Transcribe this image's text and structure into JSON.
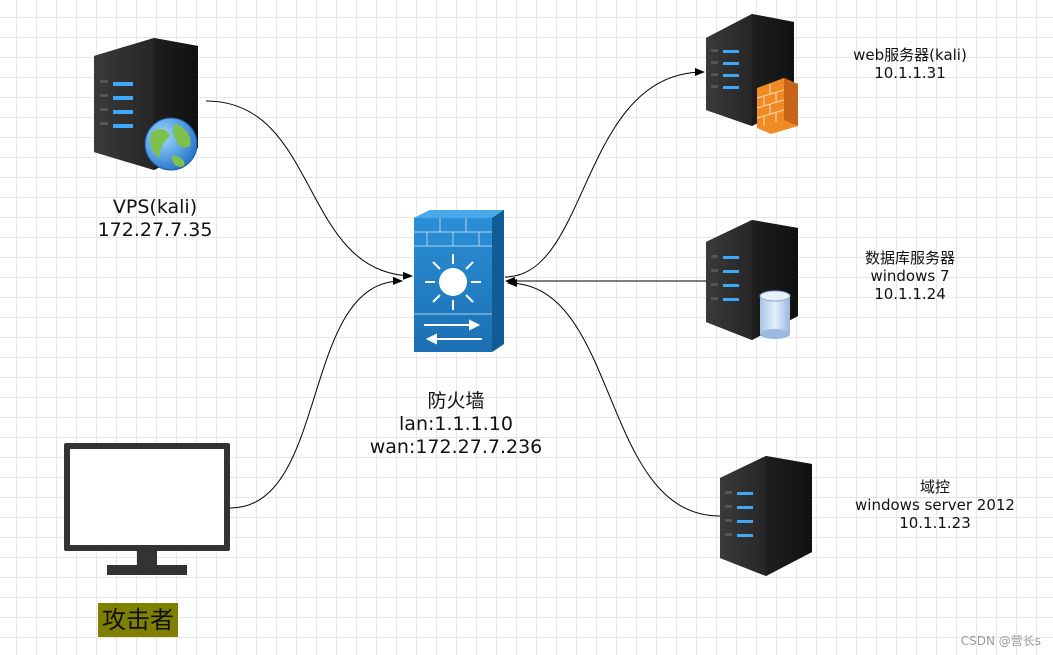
{
  "nodes": {
    "vps": {
      "name": "VPS(kali)",
      "ip": "172.27.7.35"
    },
    "firewall": {
      "name": "防火墙",
      "lan": "lan:1.1.1.10",
      "wan": "wan:172.27.7.236"
    },
    "web_server": {
      "name": "web服务器(kali)",
      "ip": "10.1.1.31"
    },
    "db_server": {
      "name": "数据库服务器",
      "os": "windows 7",
      "ip": "10.1.1.24"
    },
    "domain_controller": {
      "name": "域控",
      "os": "windows server 2012",
      "ip": "10.1.1.23"
    },
    "attacker": {
      "name": "攻击者",
      "highlight_color": "#808000"
    }
  },
  "edges": [
    {
      "from": "vps",
      "to": "firewall",
      "arrow": "firewall"
    },
    {
      "from": "attacker",
      "to": "firewall",
      "arrow": "firewall"
    },
    {
      "from": "firewall",
      "to": "web_server",
      "arrow": "web_server"
    },
    {
      "from": "db_server",
      "to": "firewall",
      "arrow": "firewall"
    },
    {
      "from": "domain_controller",
      "to": "firewall",
      "arrow": "firewall"
    }
  ],
  "watermark": "CSDN @营长s"
}
